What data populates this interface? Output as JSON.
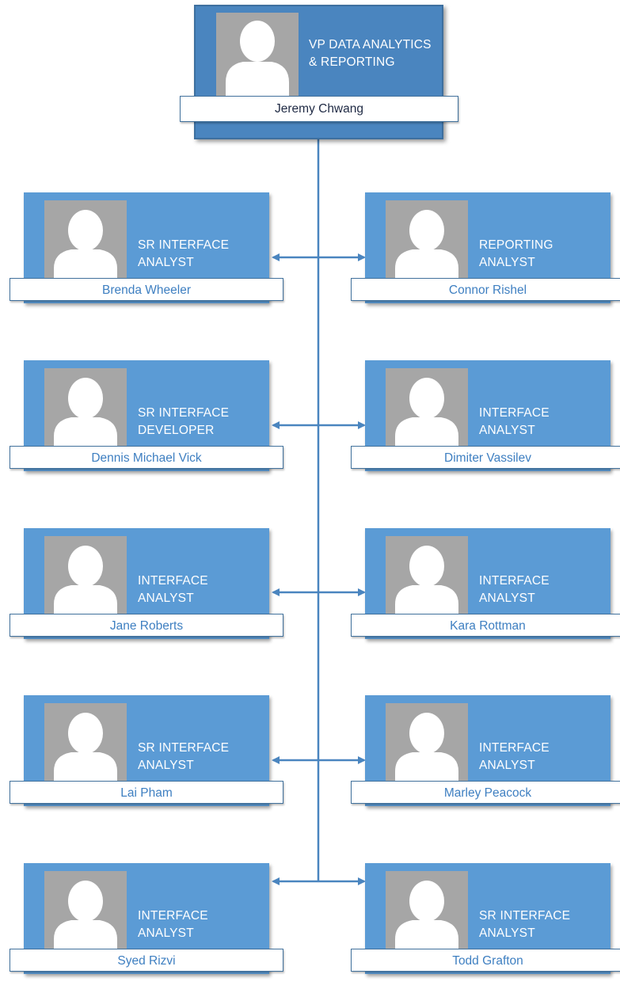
{
  "vp": {
    "title": "VP DATA ANALYTICS & REPORTING",
    "name": "Jeremy Chwang"
  },
  "colors": {
    "card": "#5b9bd5",
    "vp_card": "#4a85bf",
    "name_text": "#3e7fc1",
    "connector": "#4a85bf",
    "photo_bg": "#a6a6a6"
  },
  "reports": [
    {
      "title": "SR INTERFACE ANALYST",
      "name": "Brenda Wheeler"
    },
    {
      "title": "REPORTING ANALYST",
      "name": "Connor Rishel"
    },
    {
      "title": "SR INTERFACE DEVELOPER",
      "name": "Dennis Michael Vick"
    },
    {
      "title": "INTERFACE ANALYST",
      "name": "Dimiter Vassilev"
    },
    {
      "title": "INTERFACE ANALYST",
      "name": "Jane Roberts"
    },
    {
      "title": "INTERFACE ANALYST",
      "name": "Kara Rottman"
    },
    {
      "title": "SR INTERFACE ANALYST",
      "name": "Lai Pham"
    },
    {
      "title": "INTERFACE ANALYST",
      "name": "Marley Peacock"
    },
    {
      "title": "INTERFACE ANALYST",
      "name": "Syed Rizvi"
    },
    {
      "title": "SR INTERFACE ANALYST",
      "name": "Todd Grafton"
    }
  ]
}
